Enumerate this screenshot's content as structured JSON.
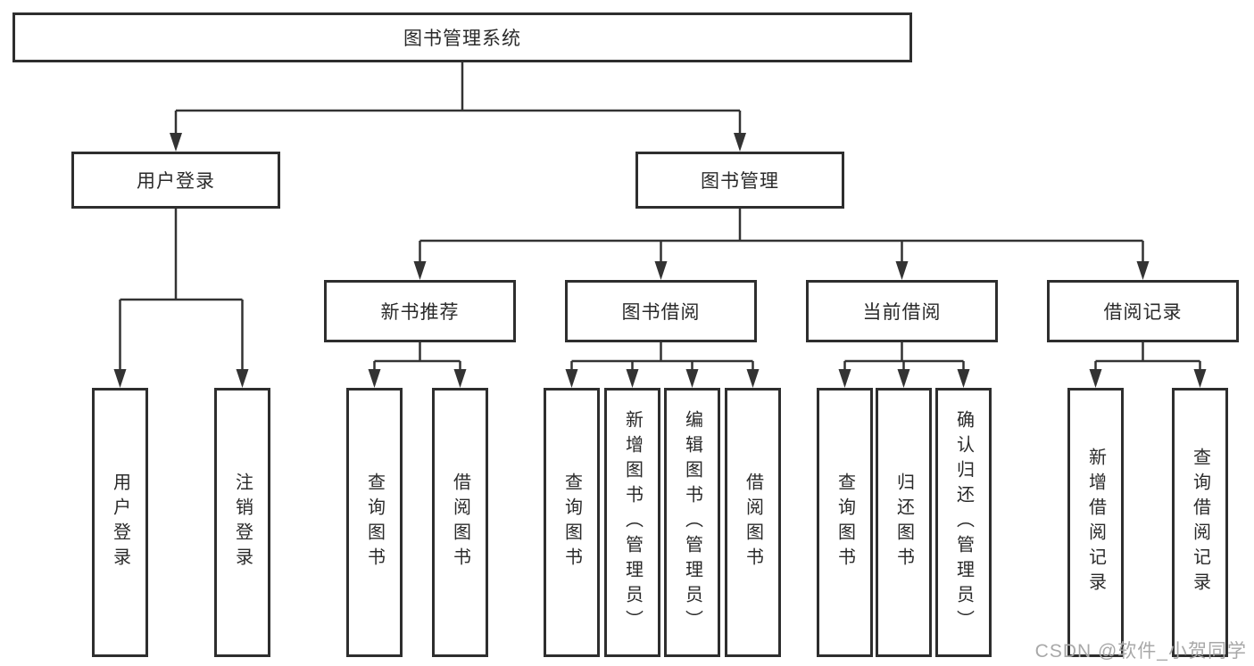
{
  "tree": {
    "label": "图书管理系统",
    "children": [
      {
        "label": "用户登录",
        "children": [
          {
            "label": "用户登录"
          },
          {
            "label": "注销登录"
          }
        ]
      },
      {
        "label": "图书管理",
        "children": [
          {
            "label": "新书推荐",
            "children": [
              {
                "label": "查询图书"
              },
              {
                "label": "借阅图书"
              }
            ]
          },
          {
            "label": "图书借阅",
            "children": [
              {
                "label": "查询图书"
              },
              {
                "label": "新增图书（管理员）"
              },
              {
                "label": "编辑图书（管理员）"
              },
              {
                "label": "借阅图书"
              }
            ]
          },
          {
            "label": "当前借阅",
            "children": [
              {
                "label": "查询图书"
              },
              {
                "label": "归还图书"
              },
              {
                "label": "确认归还（管理员）"
              }
            ]
          },
          {
            "label": "借阅记录",
            "children": [
              {
                "label": "新增借阅记录"
              },
              {
                "label": "查询借阅记录"
              }
            ]
          }
        ]
      }
    ]
  },
  "watermark": {
    "text": "CSDN @软件_小贺同学"
  },
  "colors": {
    "line": "#333333",
    "box_border": "#2e2e2e",
    "text": "#2a2a2a",
    "watermark": "#a8a8a8"
  }
}
